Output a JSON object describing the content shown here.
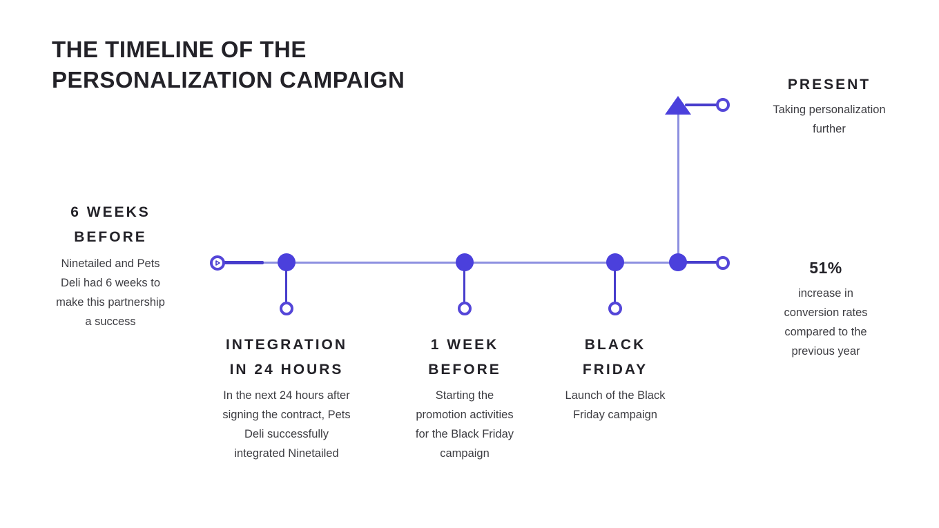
{
  "colors": {
    "background": "#ffffff",
    "node_fill": "#4b40dc",
    "line_light": "#8c8fe0",
    "line_dark": "#473dcc",
    "ring_border": "#5446d8",
    "heading_text": "#232228",
    "body_text": "#3d3d42"
  },
  "title": "THE TIMELINE OF THE\nPERSONALIZATION CAMPAIGN",
  "timeline": {
    "start_icon": "play-icon",
    "end_icon": "arrow-up-icon",
    "milestones": [
      {
        "heading": "6 WEEKS\nBEFORE",
        "description": "Ninetailed and Pets\nDeli had 6 weeks to\nmake this partnership\na success"
      },
      {
        "heading": "INTEGRATION\nIN 24 HOURS",
        "description": "In the next 24 hours after\nsigning the contract, Pets\nDeli successfully\nintegrated Ninetailed"
      },
      {
        "heading": "1 WEEK\nBEFORE",
        "description": "Starting the\npromotion activities\nfor the Black Friday\ncampaign"
      },
      {
        "heading": "BLACK\nFRIDAY",
        "description": "Launch of the Black\nFriday campaign"
      },
      {
        "heading": "PRESENT",
        "description": "Taking personalization\nfurther"
      },
      {
        "heading": "51%",
        "description": "increase in\nconversion rates\ncompared to the\nprevious year"
      }
    ]
  }
}
